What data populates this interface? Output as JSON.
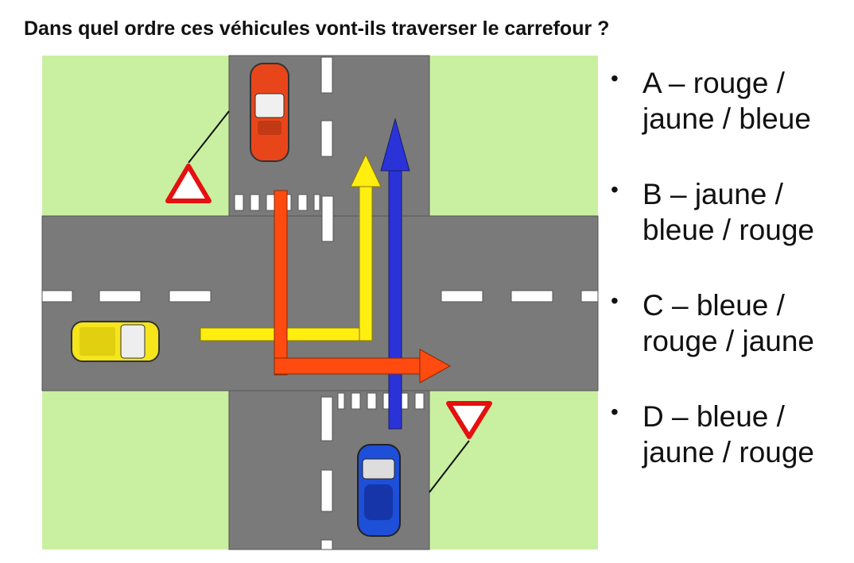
{
  "question": "Dans quel ordre ces véhicules vont-ils traverser le carrefour ?",
  "options": [
    {
      "line1": "A – rouge /",
      "line2": "jaune / bleue"
    },
    {
      "line1": "B – jaune /",
      "line2": "bleue / rouge"
    },
    {
      "line1": "C – bleue /",
      "line2": "rouge / jaune"
    },
    {
      "line1": "D – bleue /",
      "line2": "jaune / rouge"
    }
  ],
  "colors": {
    "grass": "#c9f0a0",
    "road": "#7a7a7a",
    "red": "#ff4a10",
    "yellow": "#ffee10",
    "blue": "#2a33d8"
  }
}
